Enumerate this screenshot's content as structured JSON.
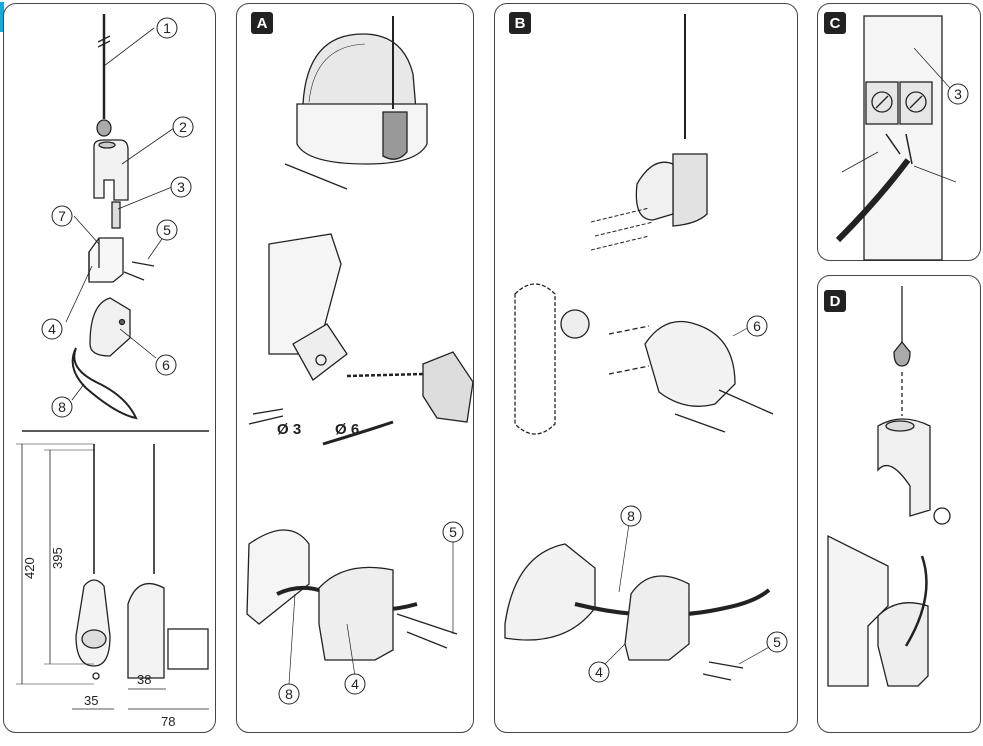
{
  "panels": {
    "A": {
      "label": "A",
      "drill_small": "Ø 3",
      "drill_large": "Ø 6",
      "callouts": [
        "8",
        "4",
        "5"
      ]
    },
    "B": {
      "label": "B",
      "callouts": [
        "6",
        "8",
        "4",
        "5"
      ]
    },
    "C": {
      "label": "C",
      "callouts": [
        "3"
      ]
    },
    "D": {
      "label": "D"
    }
  },
  "parts": {
    "callouts": [
      "1",
      "2",
      "3",
      "5",
      "6",
      "7",
      "4",
      "8"
    ]
  },
  "dimensions": {
    "height_total": "420",
    "height_antenna": "395",
    "width_front": "35",
    "width_inner": "38",
    "width_side": "78"
  }
}
